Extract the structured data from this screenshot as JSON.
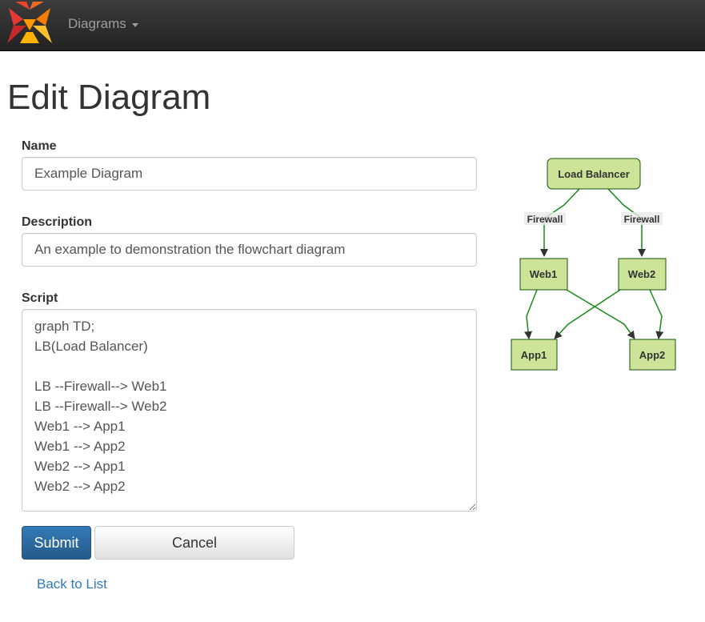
{
  "navbar": {
    "brand_icon": "app-logo-icon",
    "menu_label": "Diagrams"
  },
  "page": {
    "title": "Edit Diagram"
  },
  "form": {
    "name_label": "Name",
    "name_value": "Example Diagram",
    "description_label": "Description",
    "description_value": "An example to demonstration the flowchart diagram",
    "script_label": "Script",
    "script_value": "graph TD;\nLB(Load Balancer)\n\nLB --Firewall--> Web1\nLB --Firewall--> Web2\nWeb1 --> App1\nWeb1 --> App2\nWeb2 --> App1\nWeb2 --> App2",
    "submit_label": "Submit",
    "cancel_label": "Cancel",
    "back_link": "Back to List"
  },
  "diagram": {
    "nodes": [
      {
        "id": "LB",
        "label": "Load Balancer"
      },
      {
        "id": "Web1",
        "label": "Web1"
      },
      {
        "id": "Web2",
        "label": "Web2"
      },
      {
        "id": "App1",
        "label": "App1"
      },
      {
        "id": "App2",
        "label": "App2"
      }
    ],
    "edges": [
      {
        "from": "LB",
        "to": "Web1",
        "label": "Firewall"
      },
      {
        "from": "LB",
        "to": "Web2",
        "label": "Firewall"
      },
      {
        "from": "Web1",
        "to": "App1",
        "label": ""
      },
      {
        "from": "Web1",
        "to": "App2",
        "label": ""
      },
      {
        "from": "Web2",
        "to": "App1",
        "label": ""
      },
      {
        "from": "Web2",
        "to": "App2",
        "label": ""
      }
    ],
    "colors": {
      "node_fill": "#cde498",
      "node_stroke": "#13540c",
      "edge": "#1a8a1a"
    }
  }
}
